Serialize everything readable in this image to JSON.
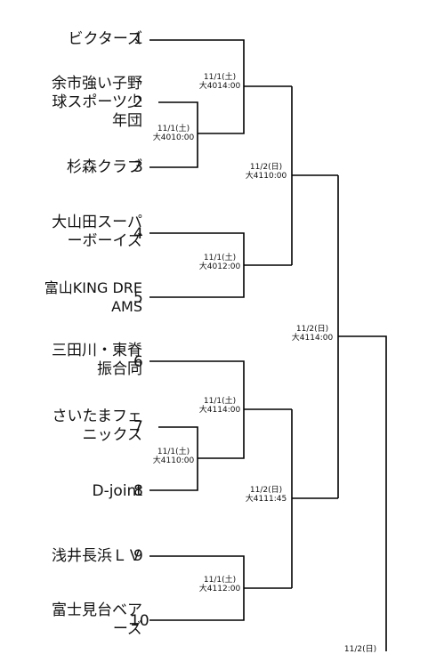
{
  "teams": [
    {
      "seed": "1",
      "name": "ビクターズ"
    },
    {
      "seed": "2",
      "name_lines": [
        "余市強い子野",
        "球スポーツ少",
        "年団"
      ]
    },
    {
      "seed": "3",
      "name": "杉森クラブ"
    },
    {
      "seed": "4",
      "name_lines": [
        "大山田スーパ",
        "ーボーイズ"
      ]
    },
    {
      "seed": "5",
      "name_lines": [
        "富山KING DRE",
        "AMS"
      ]
    },
    {
      "seed": "6",
      "name_lines": [
        "三田川・東脊",
        "振合同"
      ]
    },
    {
      "seed": "7",
      "name_lines": [
        "さいたまフェ",
        "ニックス"
      ]
    },
    {
      "seed": "8",
      "name": "D-joint"
    },
    {
      "seed": "9",
      "name": "浅井長浜ＬＶ"
    },
    {
      "seed": "10",
      "name_lines": [
        "富士見台ベア",
        "ーズ"
      ]
    }
  ],
  "matches": [
    {
      "id": "m1",
      "date": "11/1(土)",
      "venue": "大4014:00"
    },
    {
      "id": "m2",
      "date": "11/1(土)",
      "venue": "大4010:00"
    },
    {
      "id": "m3",
      "date": "11/2(日)",
      "venue": "大4110:00"
    },
    {
      "id": "m4",
      "date": "11/1(土)",
      "venue": "大4012:00"
    },
    {
      "id": "m5",
      "date": "11/2(日)",
      "venue": "大4114:00"
    },
    {
      "id": "m6",
      "date": "11/1(土)",
      "venue": "大4114:00"
    },
    {
      "id": "m7",
      "date": "11/1(土)",
      "venue": "大4110:00"
    },
    {
      "id": "m8",
      "date": "11/2(日)",
      "venue": "大4111:45"
    },
    {
      "id": "m9",
      "date": "11/1(土)",
      "venue": "大4112:00"
    },
    {
      "id": "m10",
      "date": "11/2(日)"
    }
  ]
}
